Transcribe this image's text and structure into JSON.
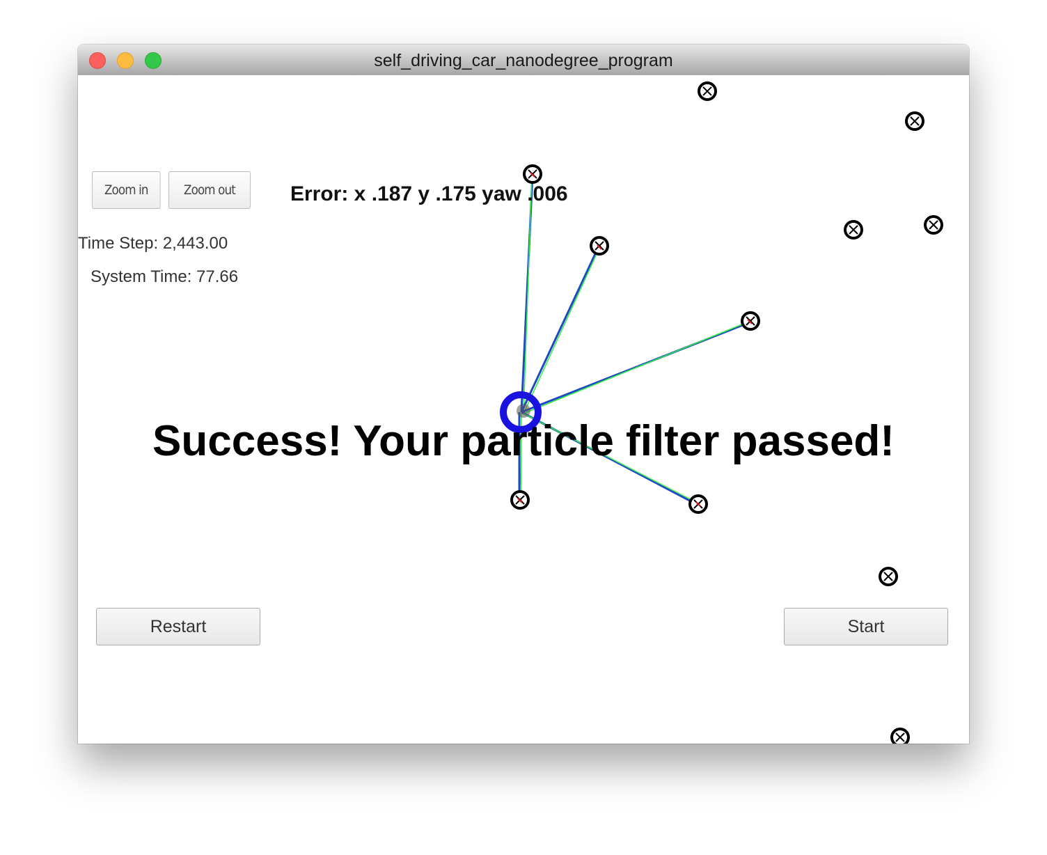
{
  "window": {
    "title": "self_driving_car_nanodegree_program"
  },
  "controls": {
    "zoom_in_label": "Zoom in",
    "zoom_out_label": "Zoom out",
    "restart_label": "Restart",
    "start_label": "Start"
  },
  "status": {
    "time_step": "Time Step: 2,443.00",
    "system_time": "System Time: 77.66",
    "error": "Error: x .187 y .175 yaw .006",
    "success_message": "Success! Your particle filter passed!"
  },
  "colors": {
    "vehicle": "#1a13e0",
    "ground_truth_line": "#2bf23a",
    "estimate_line": "#2246c8",
    "landmark": "#000000",
    "observation_marker": "#e02020"
  },
  "icons": {
    "landmark": "circled-x-icon",
    "vehicle": "ring-icon"
  }
}
